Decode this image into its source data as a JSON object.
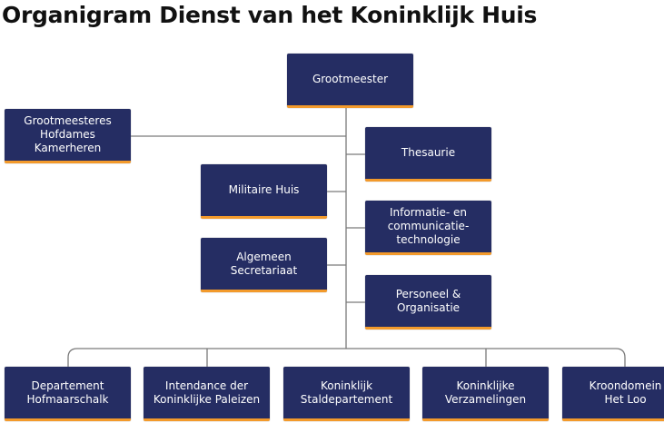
{
  "title": "Organigram Dienst van het Koninklijk Huis",
  "nodes": {
    "top": "Grootmeester",
    "grootmeesteres": "Grootmeesteres\nHofdames\nKamerheren",
    "thesaurie": "Thesaurie",
    "militaire": "Militaire Huis",
    "ict": "Informatie- en\ncommunicatie-\ntechnologie",
    "secretariaat": "Algemeen\nSecretariaat",
    "personeel": "Personeel &\nOrganisatie",
    "bottom": [
      "Departement\nHofmaarschalk",
      "Intendance der\nKoninklijke Paleizen",
      "Koninklijk\nStaldepartement",
      "Koninklijke\nVerzamelingen",
      "Kroondomein\nHet Loo"
    ]
  },
  "colors": {
    "box": "#252d63",
    "accent": "#f39a2b",
    "line": "#777777"
  }
}
